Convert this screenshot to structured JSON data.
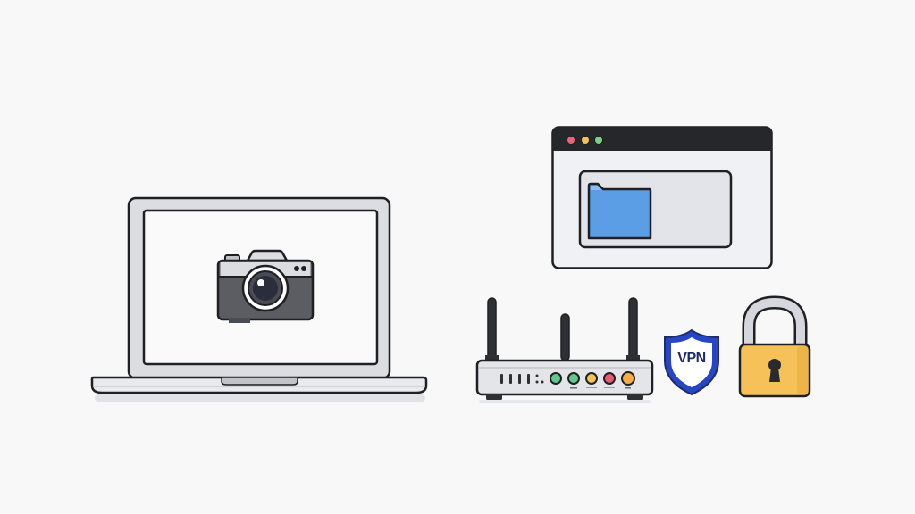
{
  "scene": {
    "background": "#f8f8f8",
    "description": "Illustration of devices and network security"
  },
  "laptop": {
    "screen_icon": "camera-icon",
    "frame_color": "#dcdde1",
    "screen_color": "#fafafa",
    "outline_color": "#1f1f24"
  },
  "camera": {
    "body_top_color": "#dcdde1",
    "body_bottom_color": "#5c5d63",
    "lens_color": "#2a2d3a"
  },
  "browser_window": {
    "titlebar_color": "#26272b",
    "window_body_color": "#f0f1f4",
    "traffic_lights": [
      {
        "name": "close",
        "color": "#e5677a"
      },
      {
        "name": "minimize",
        "color": "#f2c25a"
      },
      {
        "name": "maximize",
        "color": "#7ccf86"
      }
    ],
    "content_icon": "folder-icon",
    "folder_color": "#5b9ee6"
  },
  "router": {
    "antenna_count": 3,
    "body_color": "#e4e5e9",
    "leds": [
      {
        "color": "#5ec98a"
      },
      {
        "color": "#5ec98a"
      },
      {
        "color": "#f2c25a"
      },
      {
        "color": "#e85c6f"
      },
      {
        "color": "#f5ad45"
      }
    ]
  },
  "vpn_badge": {
    "label": "VPN",
    "shield_color": "#2746c7",
    "inner_color": "#ffffff"
  },
  "padlock": {
    "shackle_color": "#d6d7dc",
    "body_color": "#f5c158",
    "keyhole_color": "#2a2a2e"
  }
}
